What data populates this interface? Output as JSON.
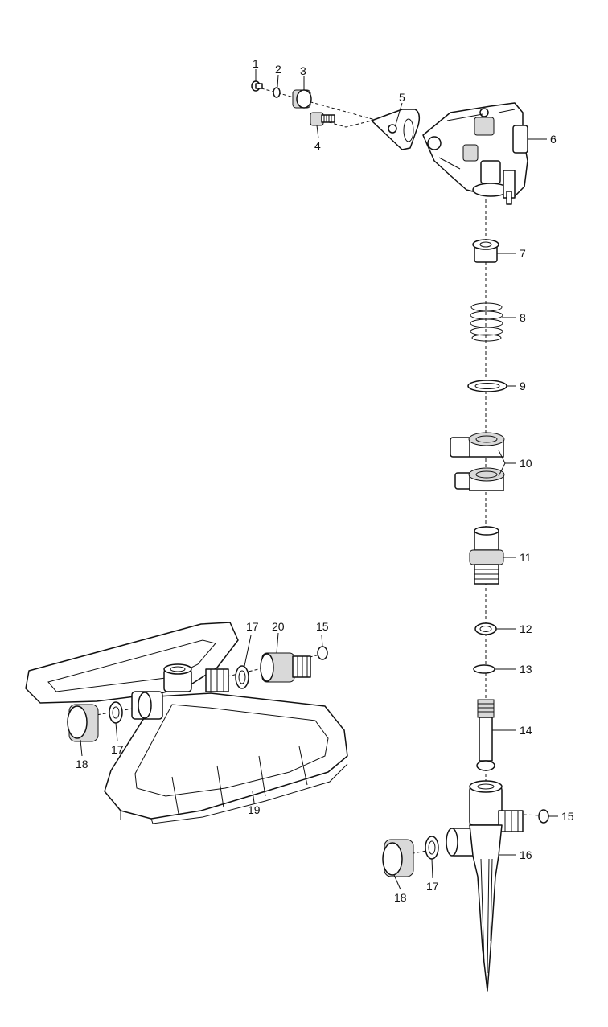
{
  "diagram": {
    "parts": [
      {
        "id": "p1",
        "number": "1"
      },
      {
        "id": "p2",
        "number": "2"
      },
      {
        "id": "p3",
        "number": "3"
      },
      {
        "id": "p4",
        "number": "4"
      },
      {
        "id": "p5",
        "number": "5"
      },
      {
        "id": "p6",
        "number": "6"
      },
      {
        "id": "p7",
        "number": "7"
      },
      {
        "id": "p8",
        "number": "8"
      },
      {
        "id": "p9",
        "number": "9"
      },
      {
        "id": "p10",
        "number": "10"
      },
      {
        "id": "p11",
        "number": "11"
      },
      {
        "id": "p12",
        "number": "12"
      },
      {
        "id": "p13",
        "number": "13"
      },
      {
        "id": "p14",
        "number": "14"
      },
      {
        "id": "p15",
        "number": "15"
      },
      {
        "id": "p16",
        "number": "16"
      },
      {
        "id": "p17",
        "number": "17"
      },
      {
        "id": "p18",
        "number": "18"
      },
      {
        "id": "p19",
        "number": "19"
      },
      {
        "id": "p20",
        "number": "20"
      }
    ],
    "colors": {
      "line": "#111111",
      "background": "#ffffff",
      "shade": "#d9d9d9"
    }
  }
}
